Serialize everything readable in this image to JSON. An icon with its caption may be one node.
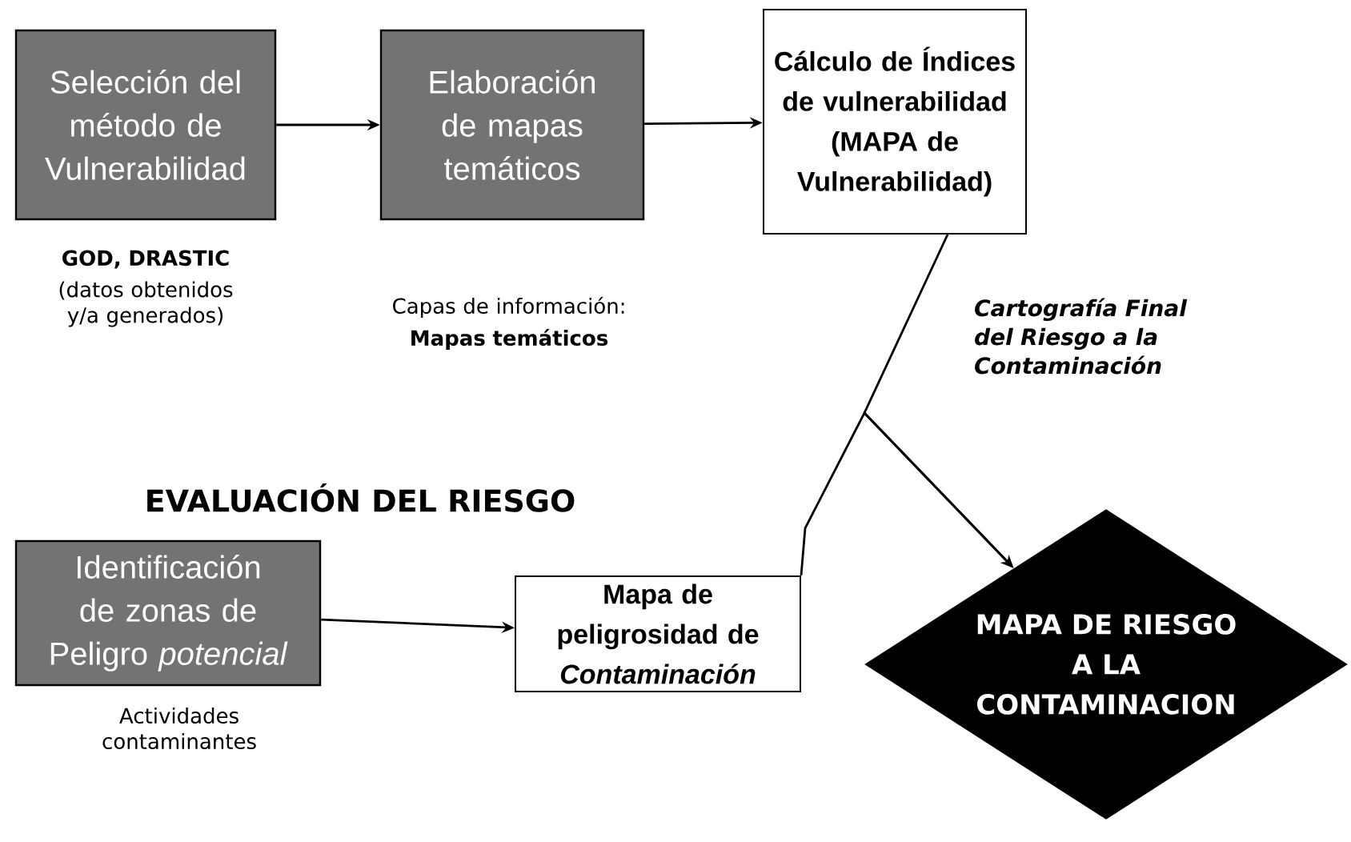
{
  "diagram": {
    "title": "EVALUACIÓN DEL RIESGO",
    "nodes": [
      {
        "text": [
          "Selección del método de Vulnerabilidad"
        ],
        "beside": [
          "GOD, DRASTIC",
          "(datos obtenidos y/a generados)"
        ]
      },
      {
        "text": [
          "Elaboración de mapas temáticos"
        ],
        "beside": [
          "Capas de información:",
          "Mapas temáticos"
        ]
      },
      {
        "text": [
          "Cálculo de Índices de vulnerabilidad (MAPA de Vulnerabilidad)"
        ]
      },
      {
        "text": [
          "Identificación de zonas de Peligro *potencial*"
        ],
        "beside": [
          "Actividades contaminantes"
        ]
      },
      {
        "text": [
          "Mapa de peligrosidad de *Contaminación*"
        ]
      },
      {
        "text": [
          "MAPA DE RIESGO A LA CONTAMINACION"
        ]
      }
    ],
    "edges": [
      {
        "from": 0,
        "to": 1,
        "arrow": "to"
      },
      {
        "from": 1,
        "to": 2,
        "arrow": "to"
      },
      {
        "from": 3,
        "to": 4,
        "arrow": "to"
      },
      {
        "from": 2,
        "to": 5,
        "arrow": "to",
        "label": "Cartografía Final del Riesgo a la Contaminación"
      },
      {
        "from": 4,
        "to": 5,
        "arrow": "to"
      }
    ]
  }
}
